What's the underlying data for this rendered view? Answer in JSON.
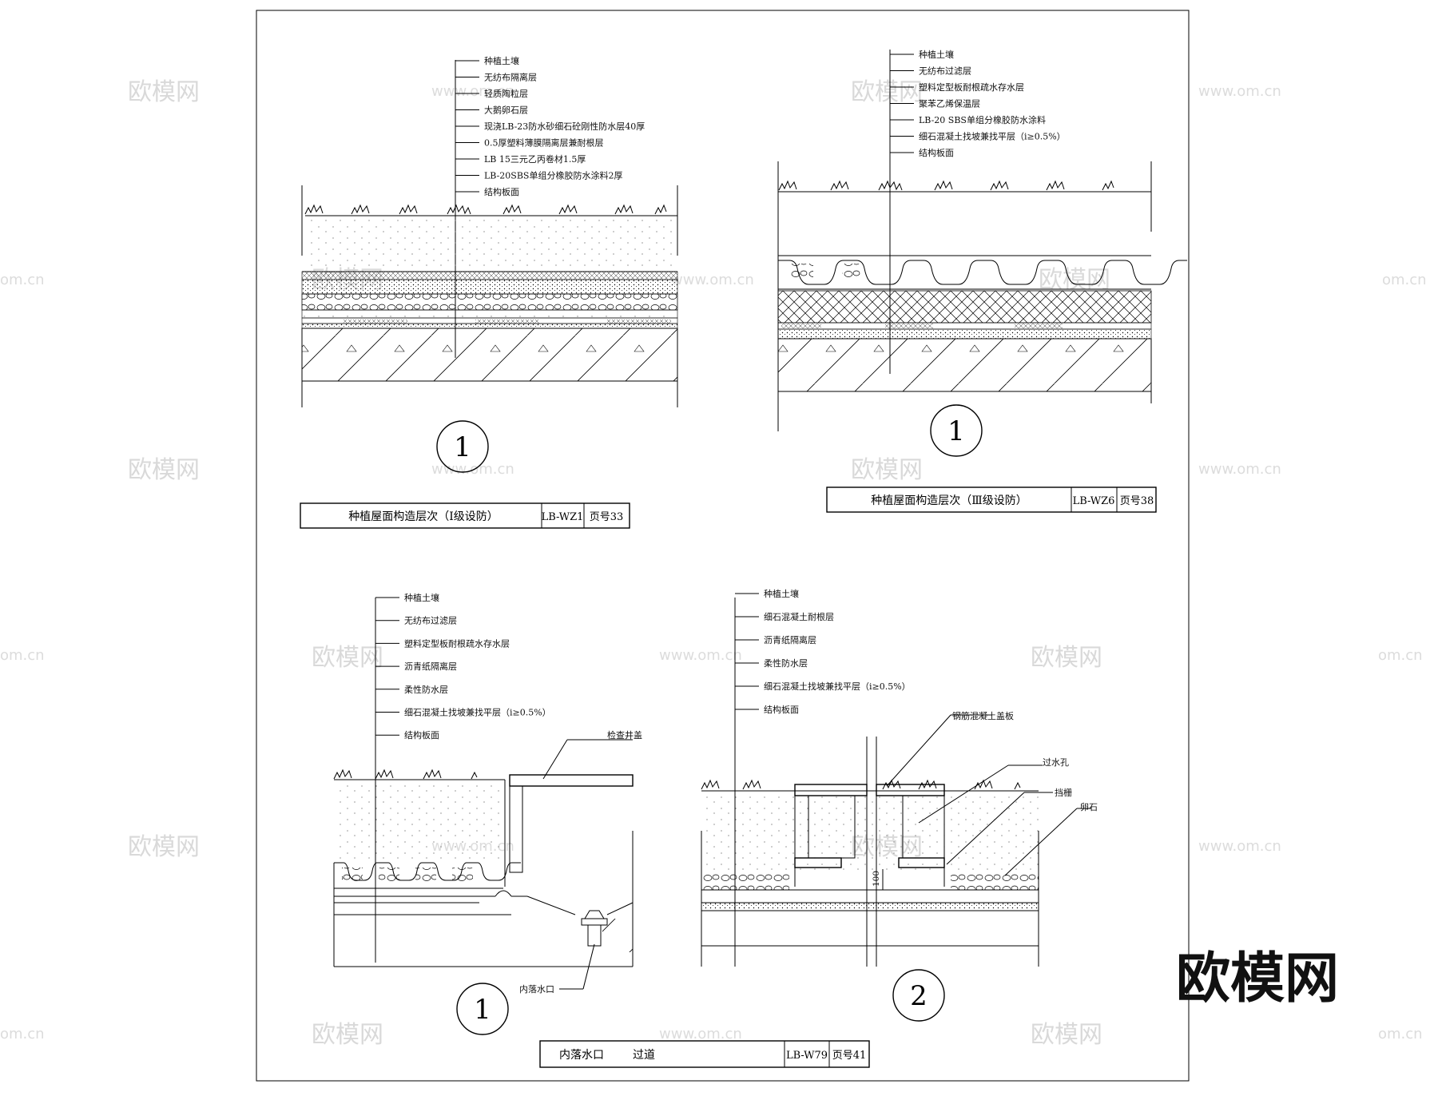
{
  "watermark": {
    "cn": "欧模网",
    "url": "www.om.cn",
    "url_short": "om.cn"
  },
  "logo": {
    "text": "欧模网"
  },
  "detail1": {
    "labels": [
      "种植土壤",
      "无纺布隔离层",
      "轻质陶粒层",
      "大鹅卵石层",
      "现浇LB-23防水砂细石砼刚性防水层40厚",
      "0.5厚塑料薄膜隔离层兼耐根层",
      "LB 15三元乙丙卷材1.5厚",
      "LB-20SBS单组分橡胶防水涂料2厚",
      "结构板面"
    ],
    "number": "1",
    "title": "种植屋面构造层次（Ⅰ级设防）",
    "code": "LB-WZ1",
    "page": "页号33"
  },
  "detail2": {
    "labels": [
      "种植土壤",
      "无纺布过滤层",
      "塑料定型板耐根疏水存水层",
      "聚苯乙烯保温层",
      "LB-20 SBS单组分橡胶防水涂料",
      "细石混凝土找坡兼找平层（i≥0.5%）",
      "结构板面"
    ],
    "number": "1",
    "title": "种植屋面构造层次（Ⅲ级设防）",
    "code": "LB-WZ6",
    "page": "页号38"
  },
  "detail3": {
    "labels": [
      "种植土壤",
      "无纺布过滤层",
      "塑料定型板耐根疏水存水层",
      "沥青纸隔离层",
      "柔性防水层",
      "细石混凝土找坡兼找平层（i≥0.5%）",
      "结构板面"
    ],
    "callout_top": "检查井盖",
    "callout_bottom": "内落水口",
    "number": "1"
  },
  "detail4": {
    "labels": [
      "种植土壤",
      "细石混凝土耐根层",
      "沥青纸隔离层",
      "柔性防水层",
      "细石混凝土找坡兼找平层（i≥0.5%）",
      "结构板面"
    ],
    "callouts": [
      "钢筋混凝土盖板",
      "过水孔",
      "挡栅",
      "卵石"
    ],
    "dim": "100",
    "number": "2"
  },
  "bottom_title": {
    "part1": "内落水口",
    "part2": "过道",
    "code": "LB-W79",
    "page": "页号41"
  }
}
